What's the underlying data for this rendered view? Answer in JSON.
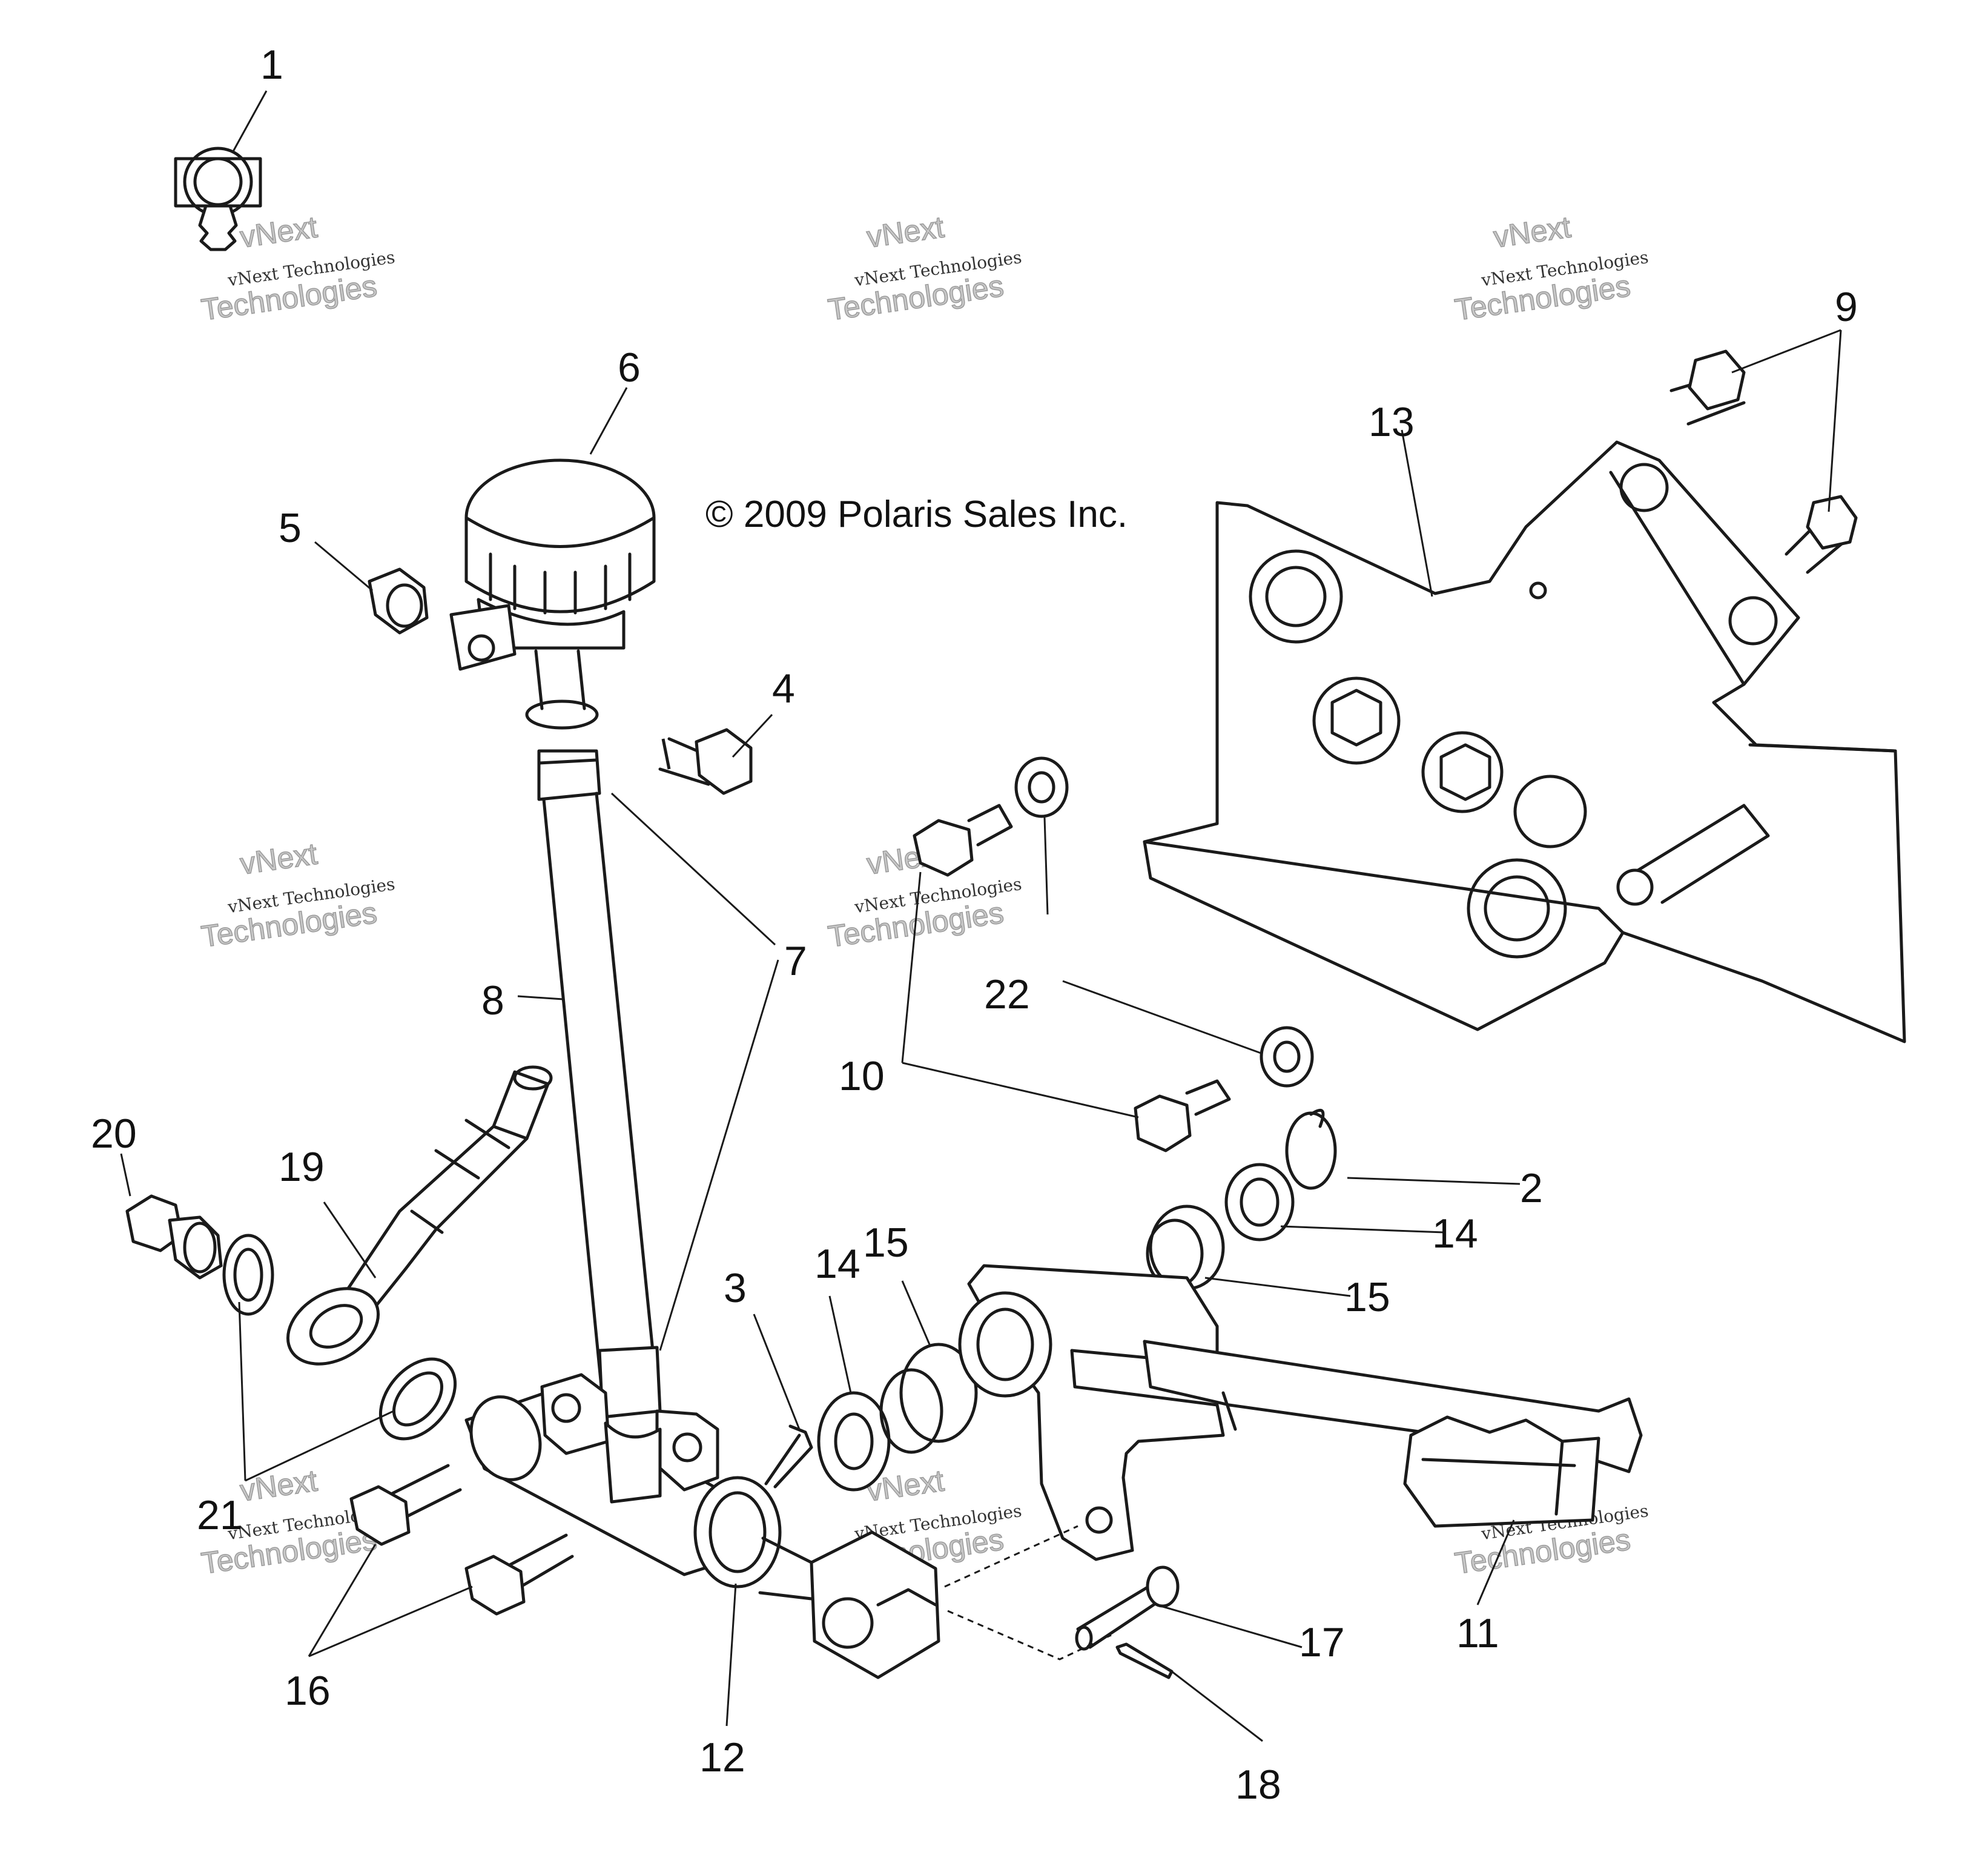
{
  "copyright": "© 2009 Polaris Sales Inc.",
  "watermark": {
    "brand": "vNext",
    "line_small": "vNext Technologies",
    "line_big": "Technologies"
  },
  "callouts": [
    {
      "id": "c1",
      "label": "1"
    },
    {
      "id": "c2",
      "label": "2"
    },
    {
      "id": "c3",
      "label": "3"
    },
    {
      "id": "c4",
      "label": "4"
    },
    {
      "id": "c5",
      "label": "5"
    },
    {
      "id": "c6",
      "label": "6"
    },
    {
      "id": "c7",
      "label": "7"
    },
    {
      "id": "c8",
      "label": "8"
    },
    {
      "id": "c9",
      "label": "9"
    },
    {
      "id": "c10",
      "label": "10"
    },
    {
      "id": "c11",
      "label": "11"
    },
    {
      "id": "c12",
      "label": "12"
    },
    {
      "id": "c13",
      "label": "13"
    },
    {
      "id": "c14a",
      "label": "14"
    },
    {
      "id": "c14b",
      "label": "14"
    },
    {
      "id": "c15a",
      "label": "15"
    },
    {
      "id": "c15b",
      "label": "15"
    },
    {
      "id": "c16",
      "label": "16"
    },
    {
      "id": "c17",
      "label": "17"
    },
    {
      "id": "c18",
      "label": "18"
    },
    {
      "id": "c19",
      "label": "19"
    },
    {
      "id": "c20",
      "label": "20"
    },
    {
      "id": "c21",
      "label": "21"
    },
    {
      "id": "c22",
      "label": "22"
    }
  ]
}
